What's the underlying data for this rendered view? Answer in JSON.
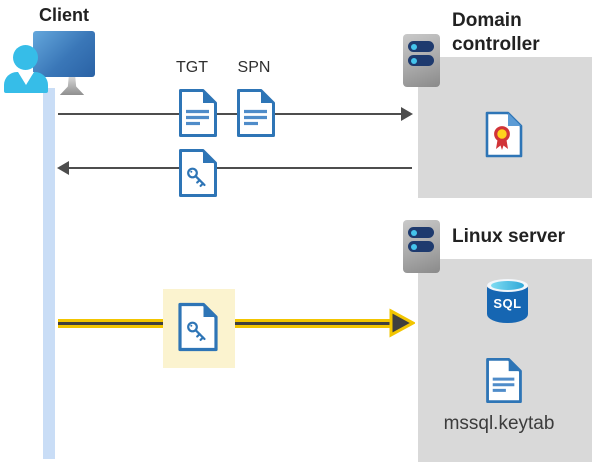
{
  "client": {
    "label": "Client"
  },
  "flow": {
    "tgt_label": "TGT",
    "spn_label": "SPN"
  },
  "domain_controller": {
    "label": "Domain controller"
  },
  "linux_server": {
    "label": "Linux server",
    "sql_badge": "SQL",
    "keytab_label": "mssql.keytab"
  },
  "icons": {
    "client": "person-at-monitor-icon",
    "servers": "server-icon",
    "tickets": "document-icon",
    "key_ticket": "key-document-icon",
    "certificate": "certificate-icon",
    "database": "sql-database-icon"
  },
  "colors": {
    "zone_gray": "#d9d9d9",
    "lifeline_blue": "#c9ddf6",
    "arrow_gray": "#4d4d4d",
    "highlight_yellow": "#f2c500",
    "highlight_box": "#fbf3cf",
    "document_blue": "#2e75b6",
    "person_cyan": "#36bde8",
    "sql_blue": "#1666b2",
    "ribbon_red": "#d13438",
    "ribbon_gold": "#ffd21c"
  }
}
